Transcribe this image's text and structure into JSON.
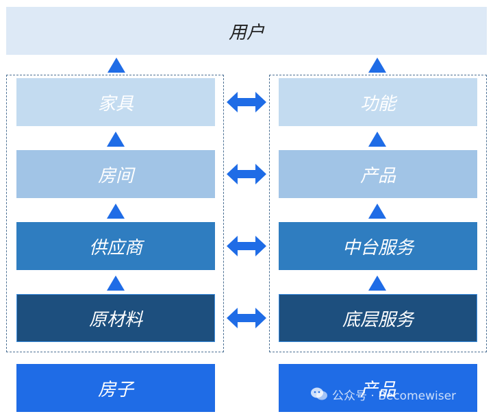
{
  "top": {
    "label": "用户"
  },
  "left_stack": {
    "items": [
      {
        "label": "家具"
      },
      {
        "label": "房间"
      },
      {
        "label": "供应商"
      },
      {
        "label": "原材料"
      }
    ],
    "base": {
      "label": "房子"
    }
  },
  "right_stack": {
    "items": [
      {
        "label": "功能"
      },
      {
        "label": "产品"
      },
      {
        "label": "中台服务"
      },
      {
        "label": "底层服务"
      }
    ],
    "base": {
      "label": "产品"
    }
  },
  "watermark": {
    "text": "公众号 · Becomewiser"
  },
  "colors": {
    "arrow": "#1f6ce6",
    "top_bg": "#dde9f6",
    "level1": "#c3dbf0",
    "level2": "#a1c4e6",
    "level3": "#2f7dc0",
    "level4": "#1d4f7e",
    "base": "#1f6ce6"
  }
}
